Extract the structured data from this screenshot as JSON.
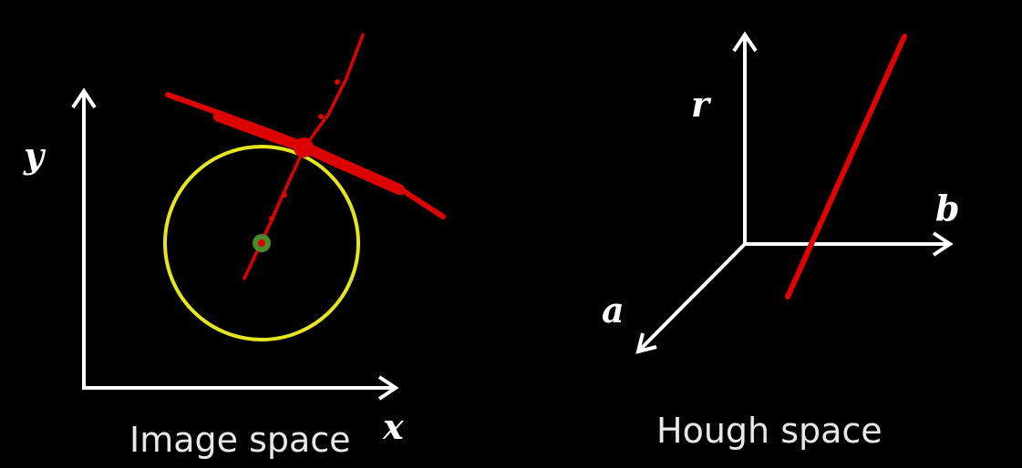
{
  "image_space": {
    "caption": "Image space",
    "axis_x_label": "x",
    "axis_y_label": "y"
  },
  "hough_space": {
    "caption": "Hough space",
    "axis_r_label": "r",
    "axis_b_label": "b",
    "axis_a_label": "a"
  },
  "colors": {
    "background": "#000000",
    "axis": "#ffffff",
    "text": "#e8e8e8",
    "edge_lines": "#dd0000",
    "circle": "#e6e61e",
    "center_marker": "#4a8a2a",
    "hough_line": "#e00000"
  }
}
